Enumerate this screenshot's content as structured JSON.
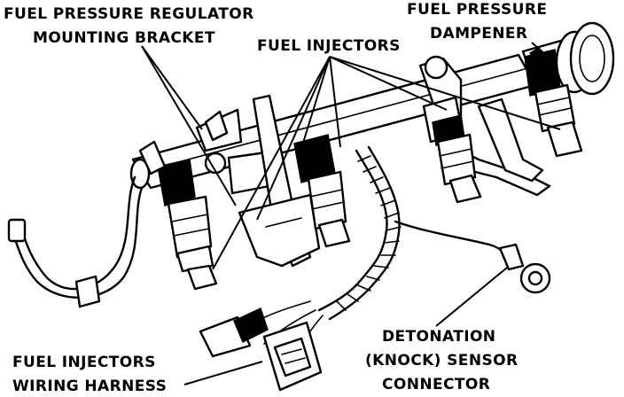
{
  "labels": {
    "regulator_bracket_line1": "FUEL PRESSURE REGULATOR",
    "regulator_bracket_line2": "MOUNTING BRACKET",
    "fuel_injectors": "FUEL INJECTORS",
    "dampener_line1": "FUEL PRESSURE",
    "dampener_line2": "DAMPENER",
    "wiring_harness_line1": "FUEL INJECTORS",
    "wiring_harness_line2": "WIRING HARNESS",
    "knock_sensor_line1": "DETONATION",
    "knock_sensor_line2": "(KNOCK) SENSOR",
    "knock_sensor_line3": "CONNECTOR"
  }
}
